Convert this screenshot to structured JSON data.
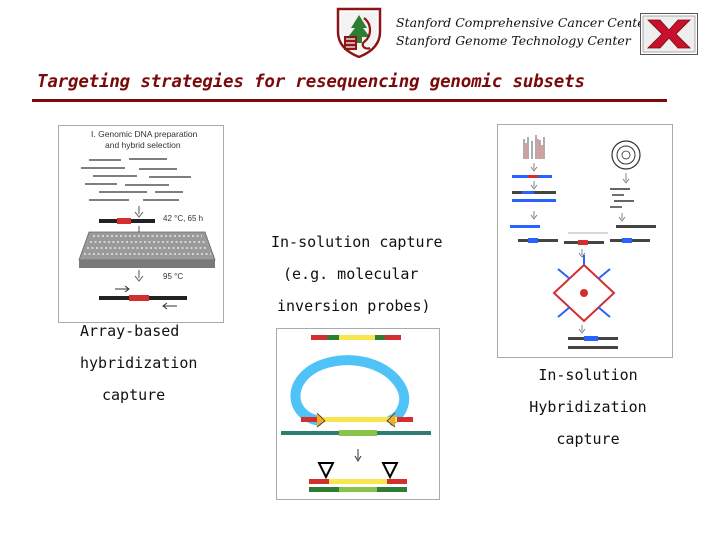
{
  "header": {
    "line1": "Stanford Comprehensive Cancer Center",
    "line2": "Stanford Genome Technology Center",
    "shield_logo": "stanford-shield",
    "x_logo": "x"
  },
  "title": "Targeting strategies for resequencing genomic subsets",
  "colors": {
    "title": "#7a0a0a",
    "rule": "#7a0a0a",
    "shield": "#8c1515",
    "x_mark": "#c8102e"
  },
  "array_figure": {
    "heading_line1": "I. Genomic DNA preparation",
    "heading_line2": "and hybrid selection",
    "temp1": "42 °C, 65 h",
    "temp2": "95 °C"
  },
  "labels": {
    "array_line1": "Array-based",
    "array_line2": "hybridization",
    "array_line3": "capture",
    "mip_line1": "In-solution capture",
    "mip_line2": "(e.g. molecular",
    "mip_line3": "inversion probes)",
    "hyb_line1": "In-solution",
    "hyb_line2": "Hybridization",
    "hyb_line3": "capture"
  }
}
